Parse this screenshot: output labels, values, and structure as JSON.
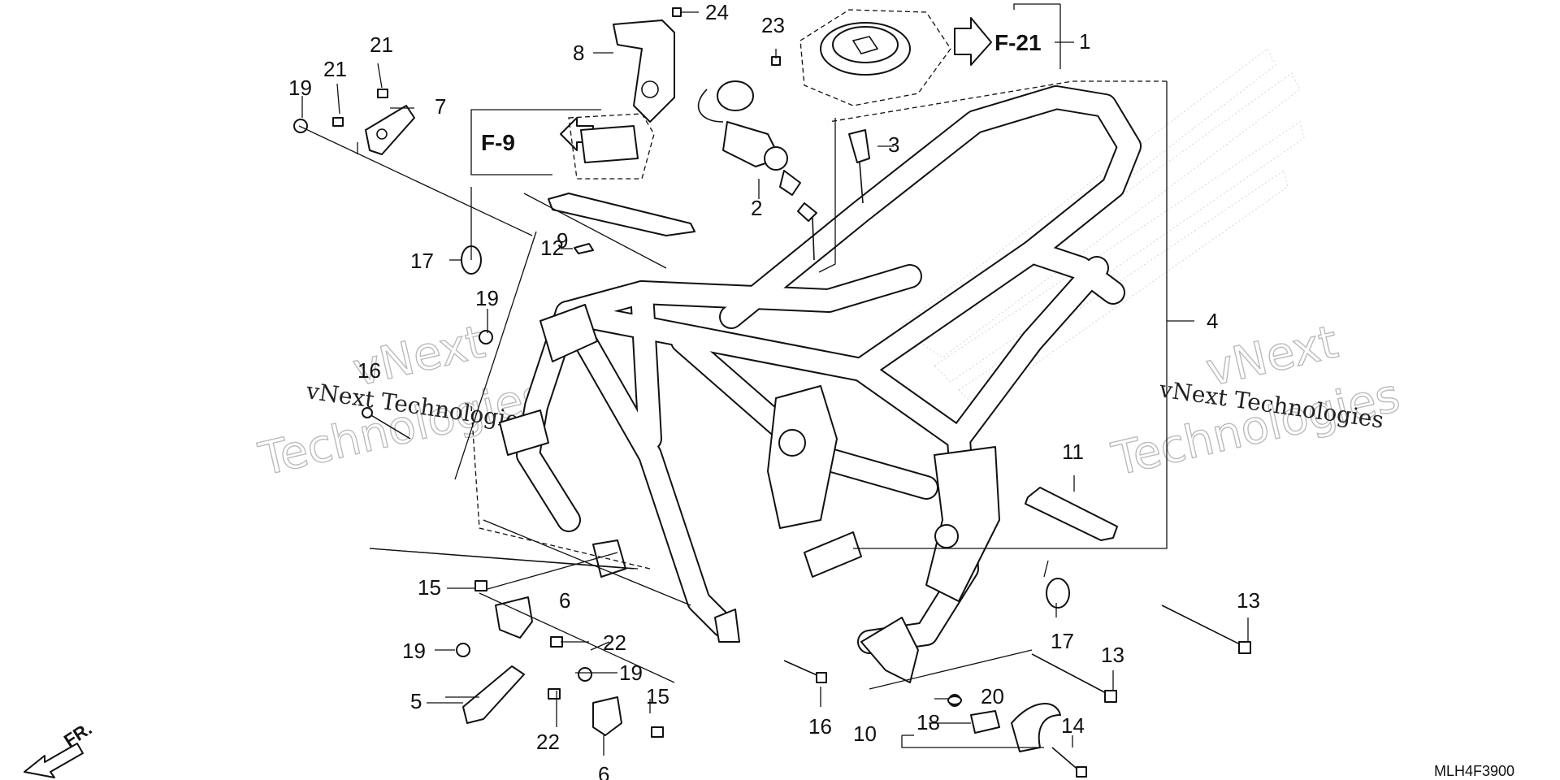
{
  "callouts": {
    "c1": "1",
    "c2": "2",
    "c3": "3",
    "c4": "4",
    "c5": "5",
    "c6a": "6",
    "c6b": "6",
    "c7": "7",
    "c8": "8",
    "c9": "9",
    "c10": "10",
    "c11": "11",
    "c12": "12",
    "c13a": "13",
    "c13b": "13",
    "c14": "14",
    "c15a": "15",
    "c15b": "15",
    "c16a": "16",
    "c16b": "16",
    "c17a": "17",
    "c17b": "17",
    "c18": "18",
    "c19a": "19",
    "c19b": "19",
    "c19c": "19",
    "c19d": "19",
    "c20": "20",
    "c21a": "21",
    "c21b": "21",
    "c22a": "22",
    "c22b": "22",
    "c23": "23",
    "c24": "24"
  },
  "references": {
    "ref_f21": "F-21",
    "ref_f9": "F-9"
  },
  "front_indicator": "FR.",
  "diagram_code": "MLH4F3900",
  "watermarks": {
    "left_line1": "vNext Technologies",
    "left_line2": "Technologies",
    "left_line3": "vNext",
    "right_line1": "vNext Technologies",
    "right_line2": "Technologies",
    "right_line3": "vNext"
  },
  "colors": {
    "ink": "#111111",
    "watermark": "#bbbbbb",
    "background": "#ffffff"
  }
}
